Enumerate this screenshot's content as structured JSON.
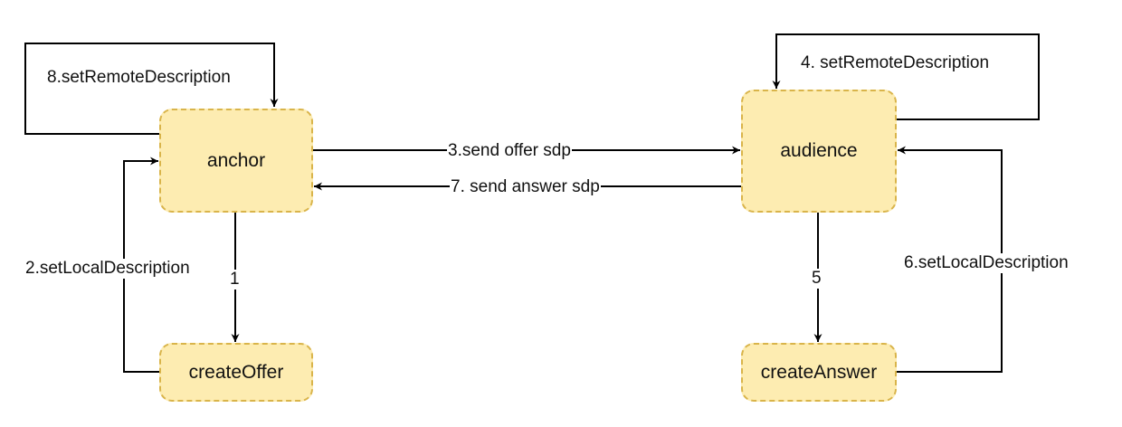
{
  "nodes": {
    "anchor": "anchor",
    "audience": "audience",
    "create_offer": "createOffer",
    "create_answer": "createAnswer"
  },
  "edges": {
    "step1": "1",
    "step2": "2.setLocalDescription",
    "step3": "3.send offer sdp",
    "step4": "4. setRemoteDescription",
    "step5": "5",
    "step6": "6.setLocalDescription",
    "step7": "7. send answer sdp",
    "step8": "8.setRemoteDescription"
  },
  "colors": {
    "node_fill": "#fdecb1",
    "node_border": "#d9b44a",
    "line": "#000000"
  }
}
